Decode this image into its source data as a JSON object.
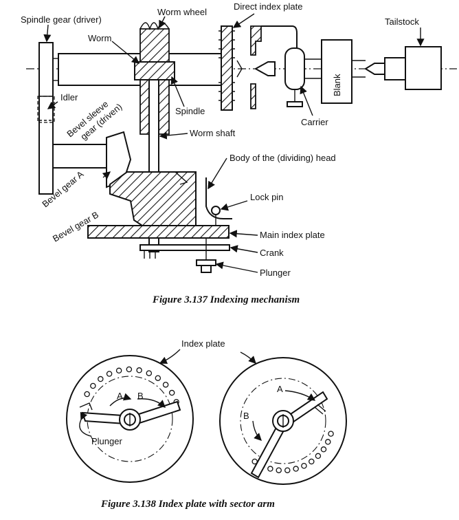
{
  "figure1": {
    "caption": "Figure 3.137 Indexing mechanism",
    "labels": {
      "spindle_gear": "Spindle gear (driver)",
      "worm_wheel": "Worm wheel",
      "direct_index_plate": "Direct index plate",
      "tailstock": "Tailstock",
      "worm": "Worm",
      "idler": "Idler",
      "bevel_sleeve_gear": "Bevel sleeve",
      "bevel_sleeve_gear_2": "gear (driven)",
      "spindle": "Spindle",
      "carrier": "Carrier",
      "blank": "Blank",
      "worm_shaft": "Worm shaft",
      "body_head": "Body of the (dividing) head",
      "bevel_gear_a": "Bevel gear A",
      "bevel_gear_b": "Bevel gear B",
      "lock_pin": "Lock pin",
      "main_index_plate": "Main index plate",
      "crank": "Crank",
      "plunger": "Plunger"
    }
  },
  "figure2": {
    "caption": "Figure 3.138 Index plate with sector arm",
    "labels": {
      "index_plate": "Index plate",
      "arc_a_left": "A",
      "arc_b_left": "B",
      "plunger": "Plunger",
      "arc_a_right": "A",
      "arc_b_right": "B"
    }
  }
}
